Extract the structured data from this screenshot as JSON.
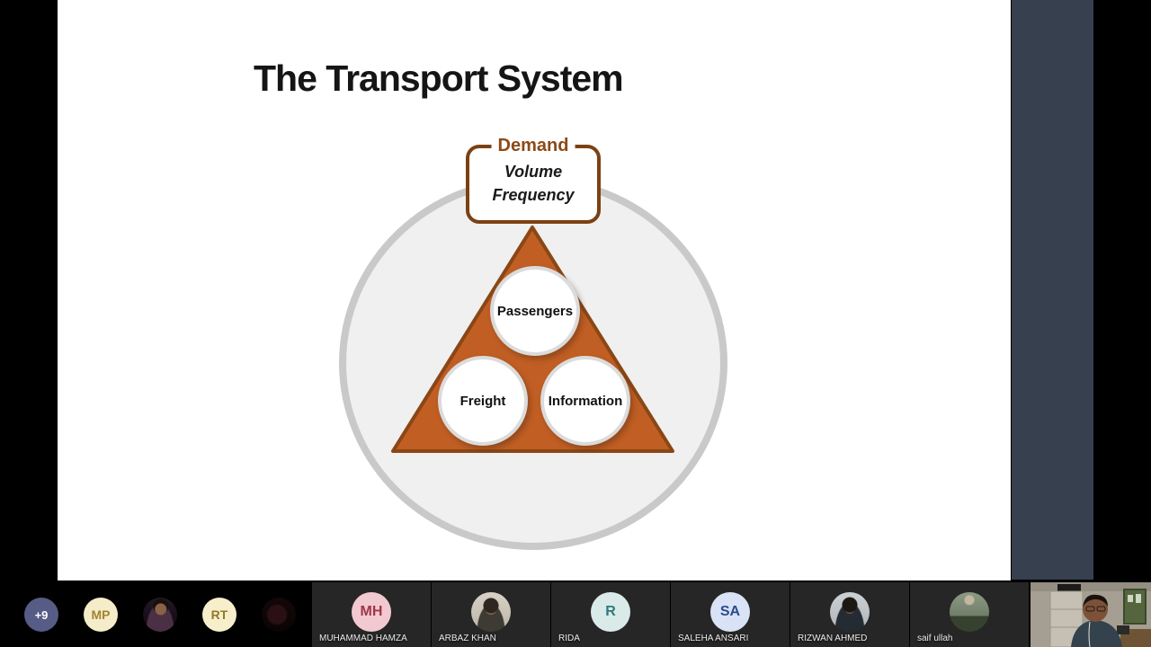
{
  "window": {
    "background": "#000000",
    "side_strip_color": "#36404F"
  },
  "slide": {
    "title": "The Transport System",
    "demand_box": {
      "label": "Demand",
      "lines": [
        "Volume",
        "Frequency"
      ]
    },
    "nodes": [
      {
        "label": "Passengers"
      },
      {
        "label": "Freight"
      },
      {
        "label": "Information"
      }
    ],
    "colors": {
      "triangle_fill": "#C05E24",
      "triangle_border": "#8A4715",
      "demand_border": "#7B4113",
      "demand_label_text": "#8C4A16",
      "outer_circle_fill": "#F0F0F0",
      "outer_circle_border": "#C9C9C9"
    }
  },
  "participants_bar": {
    "overflow_badge": {
      "label": "+9",
      "bg": "#565C86",
      "fg": "#FFFFFF"
    },
    "small_avatars": [
      {
        "type": "initials",
        "label": "MP",
        "bg": "#F5ECC9",
        "fg": "#A28430"
      },
      {
        "type": "photo",
        "style": "portrait-dark"
      },
      {
        "type": "initials",
        "label": "RT",
        "bg": "#F7EFCC",
        "fg": "#97782A"
      },
      {
        "type": "photo",
        "style": "dark"
      }
    ],
    "tiles": [
      {
        "name": "MUHAMMAD HAMZA",
        "avatar": {
          "type": "initials",
          "label": "MH",
          "bg": "#F2C9D1",
          "fg": "#A03648"
        }
      },
      {
        "name": "ARBAZ KHAN",
        "avatar": {
          "type": "photo",
          "style": "portrait-light"
        }
      },
      {
        "name": "RIDA",
        "avatar": {
          "type": "initials",
          "label": "R",
          "bg": "#D9EAE9",
          "fg": "#2E7A78"
        }
      },
      {
        "name": "SALEHA ANSARI",
        "avatar": {
          "type": "initials",
          "label": "SA",
          "bg": "#D9E3F5",
          "fg": "#2C4B8F"
        }
      },
      {
        "name": "RIZWAN AHMED",
        "avatar": {
          "type": "photo",
          "style": "portrait-beard"
        }
      },
      {
        "name": "saif ullah",
        "avatar": {
          "type": "photo",
          "style": "room"
        }
      }
    ],
    "video_tile": {
      "scene": "man-with-glasses-in-office",
      "colors": {
        "wall": "#A59E92",
        "cabinet": "#C6C0B4",
        "board": "#55663F",
        "shirt": "#33424C",
        "skin": "#7D5138",
        "desk": "#6E5434"
      }
    }
  }
}
